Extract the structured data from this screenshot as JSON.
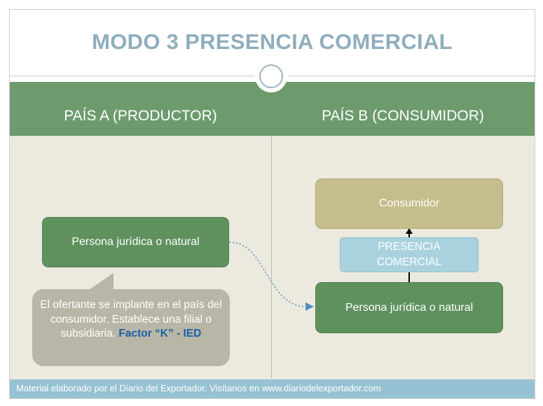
{
  "slide": {
    "title": "MODO 3 PRESENCIA COMERCIAL",
    "column_a_heading": "PAÍS A (PRODUCTOR)",
    "column_b_heading": "PAÍS B (CONSUMIDOR)"
  },
  "diagram": {
    "left_box": "Persona jurídica o natural",
    "right_box": "Persona jurídica o natural",
    "consumer_box": "Consumidor",
    "presence_line1": "PRESENCIA",
    "presence_line2": "COMERCIAL",
    "callout_text": "El ofertante se implante en el país del consumidor. Establece una filial o subsidiaria.",
    "callout_highlight": "Factor “K” - IED"
  },
  "footer": {
    "text": "Material elaborado por el Diario del Exportador. Visítanos en www.diariodelexportador.com"
  },
  "colors": {
    "title": "#8faebd",
    "header_band": "#6d9b6d",
    "green_box": "#5f915f",
    "consumer_box": "#c5bd8c",
    "presence_box": "#a9d2de",
    "callout": "#b8b6a6",
    "highlight": "#1d5fa8",
    "footer": "#97c2d3"
  }
}
